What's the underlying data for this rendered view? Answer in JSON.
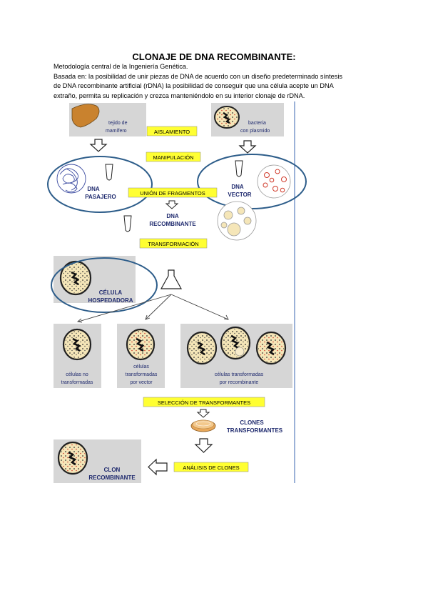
{
  "title": "CLONAJE DE DNA RECOMBINANTE:",
  "intro": {
    "line1": "Metodología central de la Ingeniería Genética.",
    "line2": "Basada en:  la posibilidad de unir piezas de DNA de acuerdo con un diseño predeterminado  síntesis",
    "line3": "de DNA recombinante artificial (rDNA)  la posibilidad de conseguir que una célula acepte un DNA",
    "line4": "extraño, permita su replicación y crezca manteniéndolo en su interior  clonaje de rDNA."
  },
  "diagram": {
    "tissue_l1": "tejido de",
    "tissue_l2": "mamífero",
    "bacteria_l1": "bacteria",
    "bacteria_l2": "con plasmido",
    "step_isolation": "AISLAMIENTO",
    "step_manipulation": "MANIPULACIÓN",
    "step_union": "UNIÓN DE FRAGMENTOS",
    "step_transformation": "TRANSFORMACIÓN",
    "step_selection": "SELECCIÓN DE TRANSFORMANTES",
    "step_analysis": "ANÁLISIS DE CLONES",
    "passenger_l1": "DNA",
    "passenger_l2": "PASAJERO",
    "vector_l1": "DNA",
    "vector_l2": "VECTOR",
    "recomb_l1": "DNA",
    "recomb_l2": "RECOMBINANTE",
    "host_l1": "CÉLULA",
    "host_l2": "HOSPEDADORA",
    "nontrans_l1": "células no",
    "nontrans_l2": "transformadas",
    "vectortrans_l1": "células",
    "vectortrans_l2": "transformadas",
    "vectortrans_l3": "por vector",
    "recombtrans_l1": "células transformadas",
    "recombtrans_l2": "por recombinante",
    "clones_l1": "CLONES",
    "clones_l2": "TRANSFORMANTES",
    "clon_l1": "CLON",
    "clon_l2": "RECOMBINANTE"
  },
  "colors": {
    "step_box": "#ffff33",
    "panel_gray": "#d6d6d6",
    "ellipse_blue": "#2d5d8a",
    "cell_fill": "#f5e6b8",
    "label_navy": "#1f2a6e",
    "plasmid_red": "#d03a2a",
    "divider_blue": "#5b7fbf"
  }
}
